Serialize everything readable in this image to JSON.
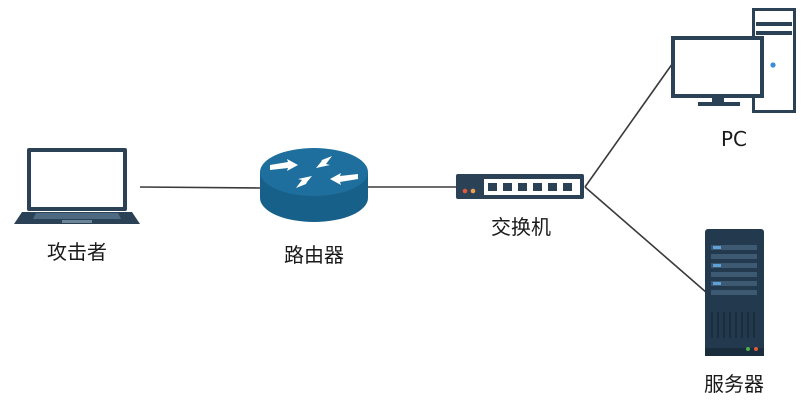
{
  "nodes": {
    "attacker": {
      "label": "攻击者",
      "icon": "laptop-icon"
    },
    "router": {
      "label": "路由器",
      "icon": "router-icon"
    },
    "switch": {
      "label": "交换机",
      "icon": "switch-icon"
    },
    "pc": {
      "label": "PC",
      "icon": "desktop-pc-icon"
    },
    "server": {
      "label": "服务器",
      "icon": "server-icon"
    }
  },
  "links": [
    {
      "from": "attacker",
      "to": "router"
    },
    {
      "from": "router",
      "to": "switch"
    },
    {
      "from": "switch",
      "to": "pc"
    },
    {
      "from": "switch",
      "to": "server"
    }
  ],
  "colors": {
    "device_dark": "#2b4256",
    "router_blue": "#1e6f9d",
    "line": "#3a3a3a",
    "label": "#1a1a1a"
  }
}
